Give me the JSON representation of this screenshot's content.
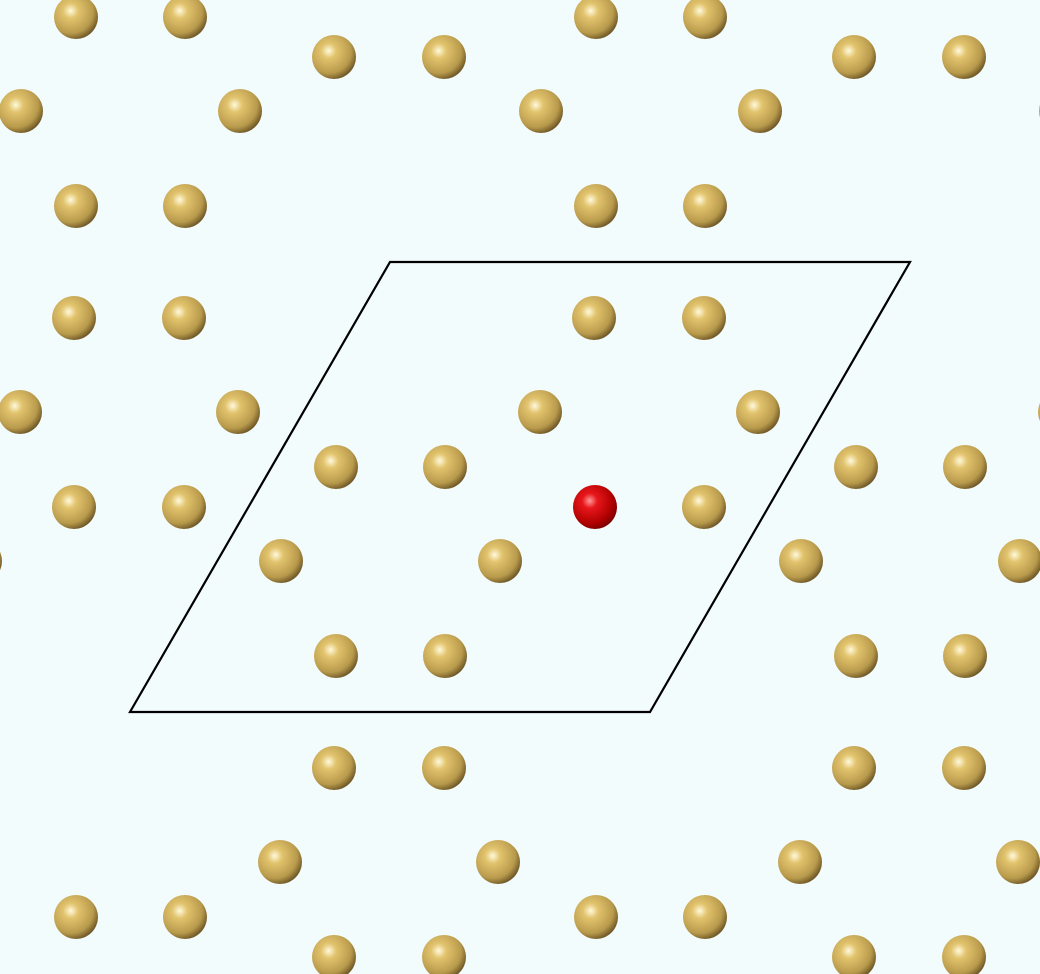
{
  "scene": {
    "kind": "crystal-structure-top-view",
    "background_color": "#f3fcfd",
    "atom_types": {
      "host": {
        "color": "#e2c46e",
        "shade": "#6b5424"
      },
      "dopant": {
        "color": "#e8171c",
        "shade": "#7a0000"
      }
    },
    "unit_cell": {
      "shape": "rhombus",
      "angle_degrees": 60,
      "line_color": "#000000"
    },
    "lattice": {
      "symmetry": "hexagonal",
      "host_atoms_per_cell": 12,
      "dopant_atoms_per_cell": 1
    }
  }
}
